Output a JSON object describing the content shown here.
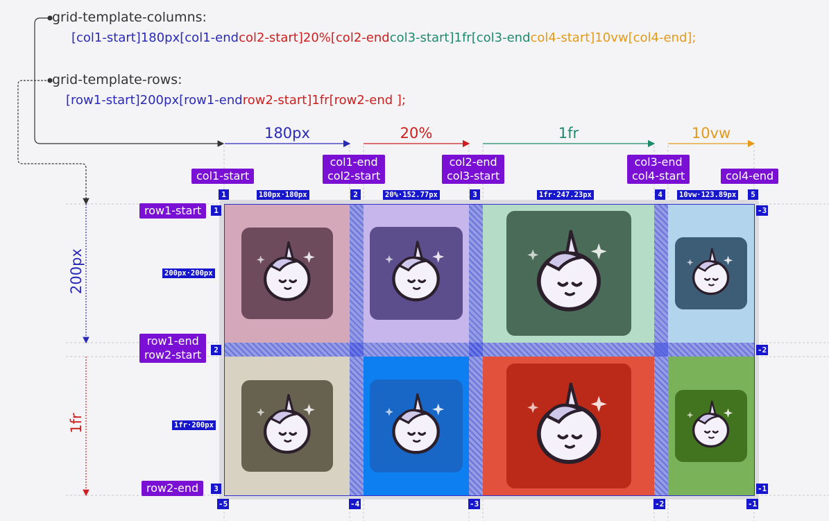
{
  "code": {
    "columns_prop": "grid-template-columns:",
    "columns_tokens": [
      "[col1-start]",
      "180px",
      "[col1-end",
      "col2-start]",
      "20%",
      "[col2-end",
      "col3-start]",
      "1fr",
      "[col3-end",
      "col4-start]",
      "10vw",
      "[col4-end];"
    ],
    "rows_prop": "grid-template-rows:",
    "rows_tokens": [
      "[row1-start]",
      "200px",
      "[row1-end",
      "row2-start]",
      "1fr",
      "[row2-end ];"
    ]
  },
  "track_labels": {
    "col1": "180px",
    "col2": "20%",
    "col3": "1fr",
    "col4": "10vw",
    "row1": "200px",
    "row2": "1fr"
  },
  "line_names": {
    "col1_start": "col1-start",
    "col1_end": "col1-end",
    "col2_start": "col2-start",
    "col2_end": "col2-end",
    "col3_start": "col3-start",
    "col3_end": "col3-end",
    "col4_start": "col4-start",
    "col4_end": "col4-end",
    "row1_start": "row1-start",
    "row1_end": "row1-end",
    "row2_start": "row2-start",
    "row2_end": "row2-end"
  },
  "line_numbers": {
    "col_pos": [
      "1",
      "2",
      "3",
      "4",
      "5"
    ],
    "col_neg": [
      "-5",
      "-4",
      "-3",
      "-2",
      "-1"
    ],
    "row_pos": [
      "1",
      "2",
      "3"
    ],
    "row_neg": [
      "-3",
      "-2",
      "-1"
    ]
  },
  "track_sizes": {
    "col1": "180px·180px",
    "col2": "20%·152.77px",
    "col3": "1fr·247.23px",
    "col4": "10vw·123.89px",
    "row1": "200px·200px",
    "row2": "1fr·200px"
  },
  "colors": {
    "col1": "#2a2ab8",
    "col2": "#cc1f1f",
    "col3": "#1f8a6a",
    "col4": "#e39a1a",
    "row1": "#2a2ab8",
    "row2": "#cc1f1f",
    "tag": "#7a10d4",
    "badge": "#1616cc"
  },
  "cells": [
    {
      "bg": "#d4a8b9",
      "tile": "#6d4a5c",
      "icon": "sleeping-unicorn-icon"
    },
    {
      "bg": "#c7b6ec",
      "tile": "#5c4d8d",
      "icon": "hugging-unicorn-icon"
    },
    {
      "bg": "#b5dcc6",
      "tile": "#4b6b59",
      "icon": "dancing-unicorn-icon"
    },
    {
      "bg": "#b2d4ec",
      "tile": "#3d5c76",
      "icon": "kissing-unicorn-icon"
    },
    {
      "bg": "#d8d2c3",
      "tile": "#66624f",
      "icon": "starstruck-unicorn-icon"
    },
    {
      "bg": "#0d7ff1",
      "tile": "#1866c6",
      "icon": "fancy-unicorn-icon"
    },
    {
      "bg": "#e2513b",
      "tile": "#bb2a19",
      "icon": "cute-unicorn-icon"
    },
    {
      "bg": "#7ab25a",
      "tile": "#42741f",
      "icon": "music-unicorn-icon"
    }
  ]
}
